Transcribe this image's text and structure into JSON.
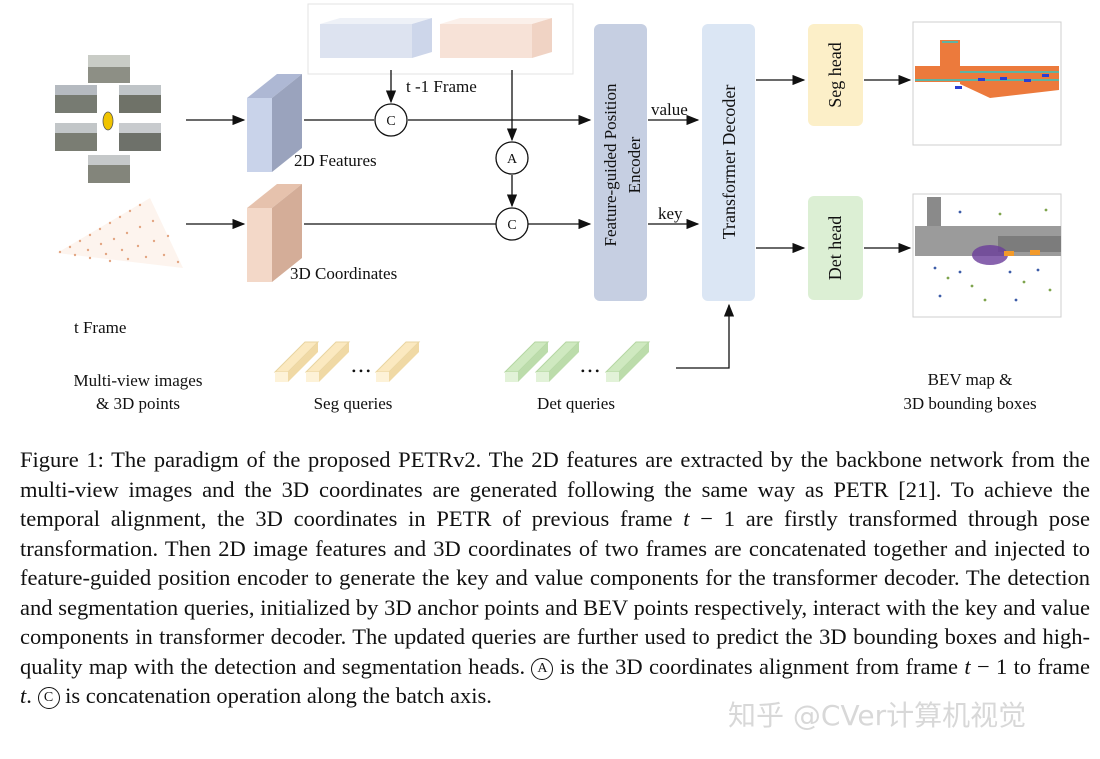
{
  "diagram": {
    "t_frame": "t  Frame",
    "t1_frame": "t -1 Frame",
    "multiview_line1": "Multi-view images",
    "multiview_line2": "& 3D points",
    "features_2d": "2D Features",
    "coords_3d": "3D Coordinates",
    "concat_symbol": "C",
    "align_symbol": "A",
    "value_label": "value",
    "key_label": "key",
    "encoder_line1": "Feature-guided Position",
    "encoder_line2": "Encoder",
    "decoder_label": "Transformer  Decoder",
    "seg_head": "Seg head",
    "det_head": "Det head",
    "seg_queries": "Seg queries",
    "det_queries": "Det queries",
    "ellipsis": "• • •",
    "bev_line1": "BEV map &",
    "bev_line2": "3D bounding boxes",
    "colors": {
      "features_2d": "#c9d3ea",
      "coords_3d": "#f3d8c8",
      "encoder": "#c6cfe2",
      "decoder": "#dbe6f4",
      "seg_head": "#fcefc8",
      "det_head": "#dcefd4",
      "seg_query": "#fbe9c0",
      "det_query": "#cfe9c0"
    }
  },
  "caption": {
    "p1": "Figure 1: The paradigm of the proposed PETRv2. The 2D features are extracted by the backbone network from the multi-view images and the 3D coordinates are generated following the same way as PETR [21]. To achieve the temporal alignment, the 3D coordinates in PETR of previous frame ",
    "m1": "t",
    "p2": " − 1 are firstly transformed through pose transformation. Then 2D image features and 3D coordinates of two frames are concatenated together and injected to feature-guided position encoder to generate the key and value components for the transformer decoder. The detection and segmentation queries, initialized by 3D anchor points and BEV points respectively, interact with the key and value components in transformer decoder. The updated queries are further used to predict the 3D bounding boxes and high-quality map with the detection and segmentation heads. ",
    "sym_a": "A",
    "p3": " is the 3D coordinates alignment from frame ",
    "m2": "t",
    "p4": " − 1 to frame ",
    "m3": "t",
    "p5": ". ",
    "sym_c": "C",
    "p6": " is concatenation operation along the batch axis."
  },
  "watermark": "知乎 @CVer计算机视觉"
}
